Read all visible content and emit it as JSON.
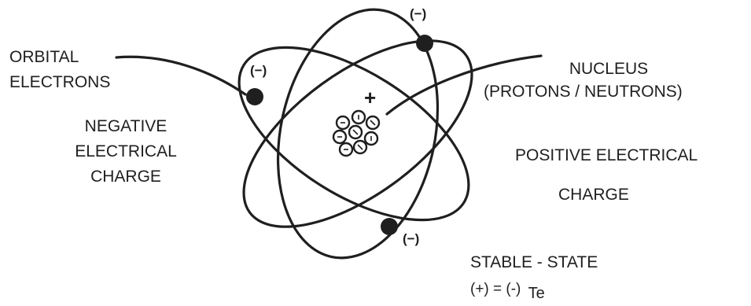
{
  "labels": {
    "orbital_1": "ORBITAL",
    "orbital_2": "ELECTRONS",
    "negative_1": "NEGATIVE",
    "negative_2": "ELECTRICAL",
    "negative_3": "CHARGE",
    "nucleus_1": "NUCLEUS",
    "nucleus_2": "(PROTONS / NEUTRONS)",
    "positive_1": "POSITIVE ELECTRICAL",
    "positive_2": "CHARGE",
    "stable_1": "STABLE - STATE",
    "stable_2": "(+) = (-)",
    "stable_te": "Te"
  },
  "charges": {
    "electron_top": "(−)",
    "electron_left": "(−)",
    "electron_bottom": "(−)",
    "nucleus": "+"
  },
  "colors": {
    "ink": "#1f1f1f",
    "background": "#ffffff"
  }
}
